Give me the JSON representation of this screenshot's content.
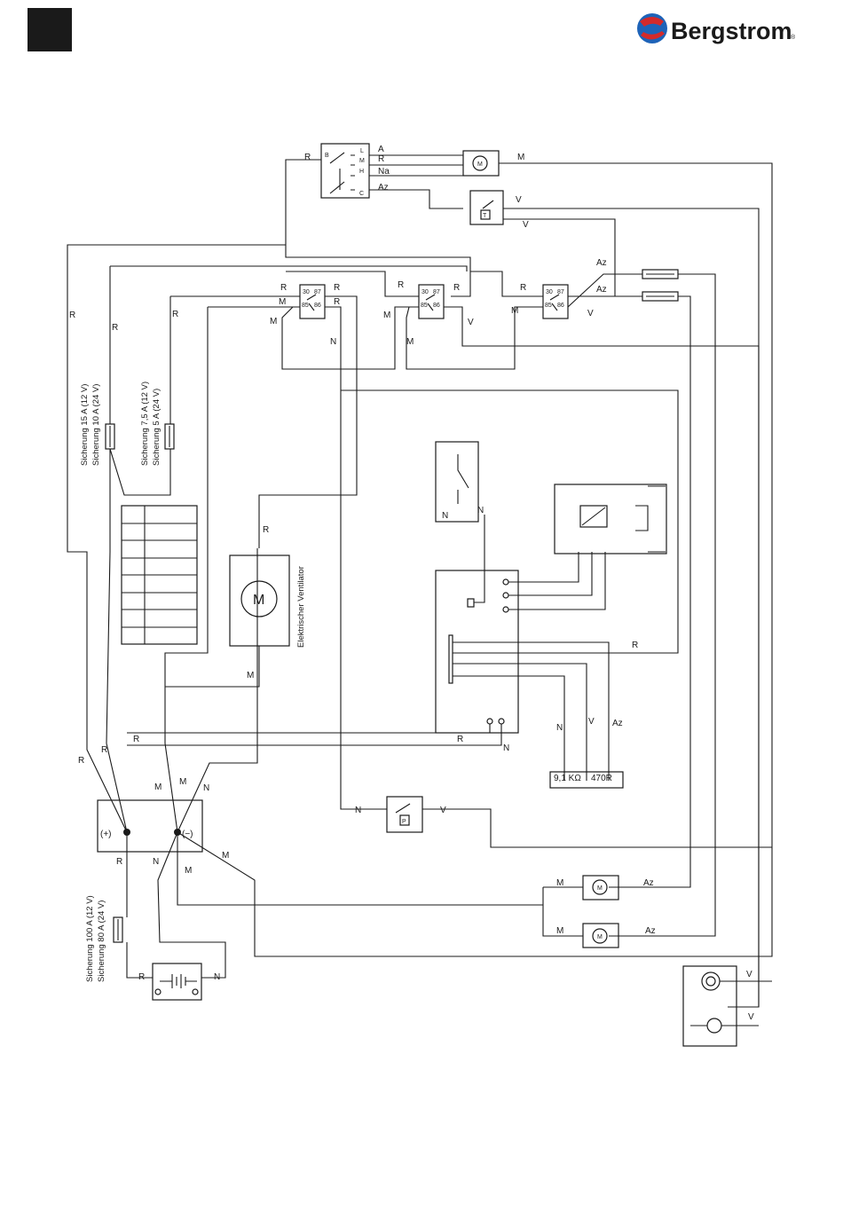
{
  "header": {
    "brand": "Bergstrom",
    "brand_mark": "®",
    "logo_colors": [
      "#1e63b8",
      "#d42a2a"
    ],
    "tab_color": "#1a1a1a"
  },
  "switch": {
    "pos_b": "B",
    "pos_l": "L",
    "pos_m": "M",
    "pos_h": "H",
    "pos_c": "C"
  },
  "relay": {
    "p30": "30",
    "p87": "87",
    "p85": "85",
    "p86": "86"
  },
  "thermostat": {
    "symbol": "T"
  },
  "pressure_switch": {
    "symbol": "P"
  },
  "fan": {
    "symbol": "M",
    "label": "Elektrischer Ventilator"
  },
  "motor": {
    "symbol": "M"
  },
  "fuses": {
    "f1_line1": "Sicherung 15 A (12 V)",
    "f1_line2": "Sicherung 10 A (24 V)",
    "f2_line1": "Sicherung 7,5 A (12 V)",
    "f2_line2": "Sicherung 5 A (24 V)",
    "f3_line1": "Sicherung 100 A (12 V)",
    "f3_line2": "Sicherung 80 A (24 V)"
  },
  "terminals": {
    "plus": "(+)",
    "minus": "(−)"
  },
  "resistors": {
    "r1": "9,1 KΩ",
    "r2": "470R"
  },
  "wire_colors": {
    "R": "R",
    "M": "M",
    "N": "N",
    "V": "V",
    "A": "A",
    "Na": "Na",
    "Az": "Az"
  }
}
